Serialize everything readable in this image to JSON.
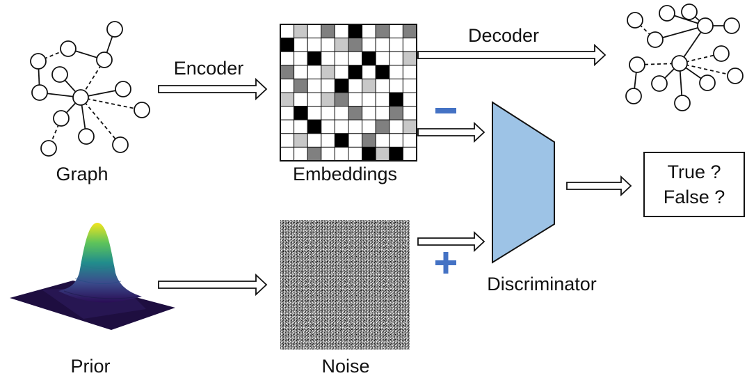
{
  "labels": {
    "graph": "Graph",
    "embeddings": "Embeddings",
    "prior": "Prior",
    "noise": "Noise",
    "discriminator": "Discriminator",
    "encoder": "Encoder",
    "decoder": "Decoder"
  },
  "signs": {
    "negative": "−",
    "positive": "+"
  },
  "output": {
    "line1": "True ?",
    "line2": "False ?"
  },
  "colors": {
    "discriminator_fill": "#9dc3e6",
    "sign_color": "#4472c4"
  }
}
